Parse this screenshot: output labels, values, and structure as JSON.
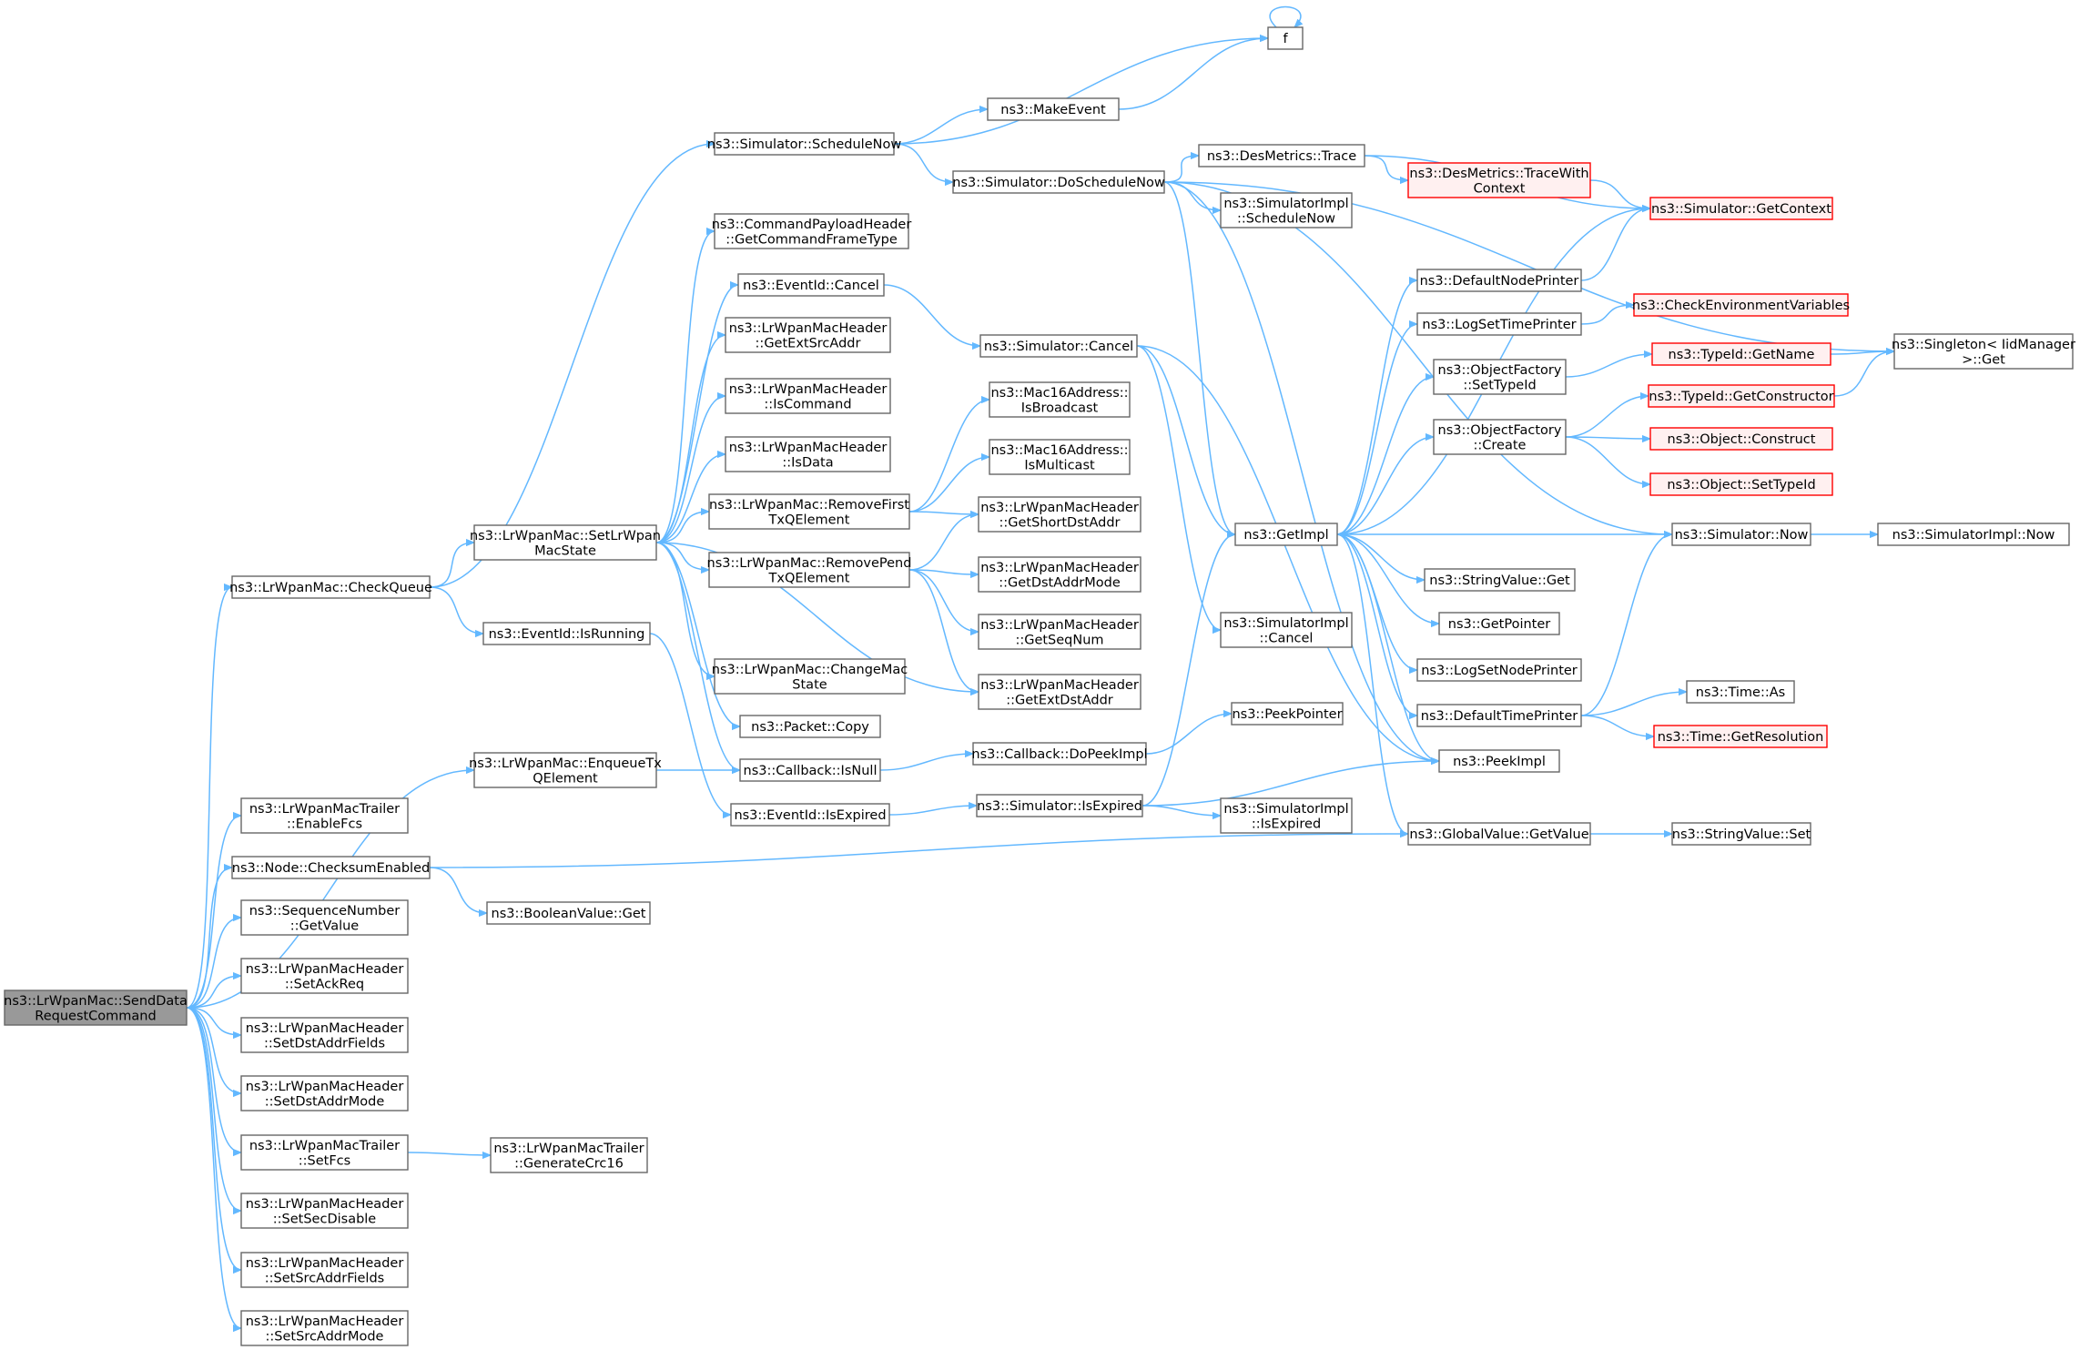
{
  "nodes": [
    {
      "id": "root",
      "lines": [
        "ns3::LrWpanMac::SendData",
        "RequestCommand"
      ],
      "style": "root"
    },
    {
      "id": "checkqueue",
      "lines": [
        "ns3::LrWpanMac::CheckQueue"
      ]
    },
    {
      "id": "enqueue",
      "lines": [
        "ns3::LrWpanMac::EnqueueTx",
        "QElement"
      ]
    },
    {
      "id": "enablefcs",
      "lines": [
        "ns3::LrWpanMacTrailer",
        "::EnableFcs"
      ]
    },
    {
      "id": "checksum",
      "lines": [
        "ns3::Node::ChecksumEnabled"
      ]
    },
    {
      "id": "seqnum",
      "lines": [
        "ns3::SequenceNumber",
        "::GetValue"
      ]
    },
    {
      "id": "setackreq",
      "lines": [
        "ns3::LrWpanMacHeader",
        "::SetAckReq"
      ]
    },
    {
      "id": "setdstfields",
      "lines": [
        "ns3::LrWpanMacHeader",
        "::SetDstAddrFields"
      ]
    },
    {
      "id": "setdstmode",
      "lines": [
        "ns3::LrWpanMacHeader",
        "::SetDstAddrMode"
      ]
    },
    {
      "id": "setfcs",
      "lines": [
        "ns3::LrWpanMacTrailer",
        "::SetFcs"
      ]
    },
    {
      "id": "setsecdisable",
      "lines": [
        "ns3::LrWpanMacHeader",
        "::SetSecDisable"
      ]
    },
    {
      "id": "setsrcfields",
      "lines": [
        "ns3::LrWpanMacHeader",
        "::SetSrcAddrFields"
      ]
    },
    {
      "id": "setsrcmode",
      "lines": [
        "ns3::LrWpanMacHeader",
        "::SetSrcAddrMode"
      ]
    },
    {
      "id": "schedulenow",
      "lines": [
        "ns3::Simulator::ScheduleNow"
      ]
    },
    {
      "id": "setlrwpan",
      "lines": [
        "ns3::LrWpanMac::SetLrWpan",
        "MacState"
      ]
    },
    {
      "id": "isrunning",
      "lines": [
        "ns3::EventId::IsRunning"
      ]
    },
    {
      "id": "boolget",
      "lines": [
        "ns3::BooleanValue::Get"
      ]
    },
    {
      "id": "gencrc",
      "lines": [
        "ns3::LrWpanMacTrailer",
        "::GenerateCrc16"
      ]
    },
    {
      "id": "f",
      "lines": [
        "f"
      ]
    },
    {
      "id": "makeevent",
      "lines": [
        "ns3::MakeEvent"
      ]
    },
    {
      "id": "doschedulenow",
      "lines": [
        "ns3::Simulator::DoScheduleNow"
      ]
    },
    {
      "id": "cmdpayload",
      "lines": [
        "ns3::CommandPayloadHeader",
        "::GetCommandFrameType"
      ]
    },
    {
      "id": "eventcancel",
      "lines": [
        "ns3::EventId::Cancel"
      ]
    },
    {
      "id": "getextsrc",
      "lines": [
        "ns3::LrWpanMacHeader",
        "::GetExtSrcAddr"
      ]
    },
    {
      "id": "iscommand",
      "lines": [
        "ns3::LrWpanMacHeader",
        "::IsCommand"
      ]
    },
    {
      "id": "isdata",
      "lines": [
        "ns3::LrWpanMacHeader",
        "::IsData"
      ]
    },
    {
      "id": "removefirst",
      "lines": [
        "ns3::LrWpanMac::RemoveFirst",
        "TxQElement"
      ]
    },
    {
      "id": "removepend",
      "lines": [
        "ns3::LrWpanMac::RemovePend",
        "TxQElement"
      ]
    },
    {
      "id": "changemac",
      "lines": [
        "ns3::LrWpanMac::ChangeMac",
        "State"
      ]
    },
    {
      "id": "packetcopy",
      "lines": [
        "ns3::Packet::Copy"
      ]
    },
    {
      "id": "isnull",
      "lines": [
        "ns3::Callback::IsNull"
      ]
    },
    {
      "id": "isexpired",
      "lines": [
        "ns3::EventId::IsExpired"
      ]
    },
    {
      "id": "simcancel",
      "lines": [
        "ns3::Simulator::Cancel"
      ]
    },
    {
      "id": "isbroadcast",
      "lines": [
        "ns3::Mac16Address::",
        "IsBroadcast"
      ]
    },
    {
      "id": "ismulticast",
      "lines": [
        "ns3::Mac16Address::",
        "IsMulticast"
      ]
    },
    {
      "id": "getshortdst",
      "lines": [
        "ns3::LrWpanMacHeader",
        "::GetShortDstAddr"
      ]
    },
    {
      "id": "getdstmode",
      "lines": [
        "ns3::LrWpanMacHeader",
        "::GetDstAddrMode"
      ]
    },
    {
      "id": "getseqnum",
      "lines": [
        "ns3::LrWpanMacHeader",
        "::GetSeqNum"
      ]
    },
    {
      "id": "getextdst",
      "lines": [
        "ns3::LrWpanMacHeader",
        "::GetExtDstAddr"
      ]
    },
    {
      "id": "dopeekimpl",
      "lines": [
        "ns3::Callback::DoPeekImpl"
      ]
    },
    {
      "id": "simisexpired",
      "lines": [
        "ns3::Simulator::IsExpired"
      ]
    },
    {
      "id": "destrace",
      "lines": [
        "ns3::DesMetrics::Trace"
      ]
    },
    {
      "id": "simimplschedule",
      "lines": [
        "ns3::SimulatorImpl",
        "::ScheduleNow"
      ]
    },
    {
      "id": "getimpl",
      "lines": [
        "ns3::GetImpl"
      ]
    },
    {
      "id": "simimplcancel",
      "lines": [
        "ns3::SimulatorImpl",
        "::Cancel"
      ]
    },
    {
      "id": "peekpointer",
      "lines": [
        "ns3::PeekPointer"
      ]
    },
    {
      "id": "simimplisexpired",
      "lines": [
        "ns3::SimulatorImpl",
        "::IsExpired"
      ]
    },
    {
      "id": "tracewithctx",
      "lines": [
        "ns3::DesMetrics::TraceWith",
        "Context"
      ],
      "style": "red"
    },
    {
      "id": "defaultnodeprinter",
      "lines": [
        "ns3::DefaultNodePrinter"
      ]
    },
    {
      "id": "logsettimeprinter",
      "lines": [
        "ns3::LogSetTimePrinter"
      ]
    },
    {
      "id": "objfactsettypeid",
      "lines": [
        "ns3::ObjectFactory",
        "::SetTypeId"
      ]
    },
    {
      "id": "objfactcreate",
      "lines": [
        "ns3::ObjectFactory",
        "::Create"
      ]
    },
    {
      "id": "stringvalueget",
      "lines": [
        "ns3::StringValue::Get"
      ]
    },
    {
      "id": "getpointer",
      "lines": [
        "ns3::GetPointer"
      ]
    },
    {
      "id": "logsetnodeprinter",
      "lines": [
        "ns3::LogSetNodePrinter"
      ]
    },
    {
      "id": "defaulttimeprinter",
      "lines": [
        "ns3::DefaultTimePrinter"
      ]
    },
    {
      "id": "peekimpl",
      "lines": [
        "ns3::PeekImpl"
      ]
    },
    {
      "id": "globalgetvalue",
      "lines": [
        "ns3::GlobalValue::GetValue"
      ]
    },
    {
      "id": "simgetcontext",
      "lines": [
        "ns3::Simulator::GetContext"
      ],
      "style": "red"
    },
    {
      "id": "checkenv",
      "lines": [
        "ns3::CheckEnvironmentVariables"
      ],
      "style": "red"
    },
    {
      "id": "typeidgetname",
      "lines": [
        "ns3::TypeId::GetName"
      ],
      "style": "red"
    },
    {
      "id": "typeidgetctor",
      "lines": [
        "ns3::TypeId::GetConstructor"
      ],
      "style": "red"
    },
    {
      "id": "objconstruct",
      "lines": [
        "ns3::Object::Construct"
      ],
      "style": "red"
    },
    {
      "id": "objsettypeid",
      "lines": [
        "ns3::Object::SetTypeId"
      ],
      "style": "red"
    },
    {
      "id": "simnow",
      "lines": [
        "ns3::Simulator::Now"
      ]
    },
    {
      "id": "timeas",
      "lines": [
        "ns3::Time::As"
      ]
    },
    {
      "id": "timegetres",
      "lines": [
        "ns3::Time::GetResolution"
      ],
      "style": "red"
    },
    {
      "id": "stringvalueset",
      "lines": [
        "ns3::StringValue::Set"
      ]
    },
    {
      "id": "singleton",
      "lines": [
        "ns3::Singleton< IidManager",
        ">::Get"
      ]
    },
    {
      "id": "simimplnow",
      "lines": [
        "ns3::SimulatorImpl::Now"
      ]
    }
  ],
  "edges": [
    [
      "root",
      "checkqueue"
    ],
    [
      "root",
      "enqueue"
    ],
    [
      "root",
      "enablefcs"
    ],
    [
      "root",
      "checksum"
    ],
    [
      "root",
      "seqnum"
    ],
    [
      "root",
      "setackreq"
    ],
    [
      "root",
      "setdstfields"
    ],
    [
      "root",
      "setdstmode"
    ],
    [
      "root",
      "setfcs"
    ],
    [
      "root",
      "setsecdisable"
    ],
    [
      "root",
      "setsrcfields"
    ],
    [
      "root",
      "setsrcmode"
    ],
    [
      "checkqueue",
      "schedulenow"
    ],
    [
      "checkqueue",
      "setlrwpan"
    ],
    [
      "checkqueue",
      "isrunning"
    ],
    [
      "enqueue",
      "isnull"
    ],
    [
      "checksum",
      "boolget"
    ],
    [
      "checksum",
      "globalgetvalue"
    ],
    [
      "setfcs",
      "gencrc"
    ],
    [
      "schedulenow",
      "f"
    ],
    [
      "schedulenow",
      "makeevent"
    ],
    [
      "schedulenow",
      "doschedulenow"
    ],
    [
      "makeevent",
      "f"
    ],
    [
      "f",
      "f"
    ],
    [
      "setlrwpan",
      "cmdpayload"
    ],
    [
      "setlrwpan",
      "eventcancel"
    ],
    [
      "setlrwpan",
      "getextsrc"
    ],
    [
      "setlrwpan",
      "iscommand"
    ],
    [
      "setlrwpan",
      "isdata"
    ],
    [
      "setlrwpan",
      "removefirst"
    ],
    [
      "setlrwpan",
      "removepend"
    ],
    [
      "setlrwpan",
      "changemac"
    ],
    [
      "setlrwpan",
      "packetcopy"
    ],
    [
      "setlrwpan",
      "isnull"
    ],
    [
      "setlrwpan",
      "getextdst"
    ],
    [
      "isrunning",
      "isexpired"
    ],
    [
      "eventcancel",
      "simcancel"
    ],
    [
      "removefirst",
      "isbroadcast"
    ],
    [
      "removefirst",
      "ismulticast"
    ],
    [
      "removefirst",
      "getshortdst"
    ],
    [
      "removepend",
      "getshortdst"
    ],
    [
      "removepend",
      "getdstmode"
    ],
    [
      "removepend",
      "getseqnum"
    ],
    [
      "removepend",
      "getextdst"
    ],
    [
      "isnull",
      "dopeekimpl"
    ],
    [
      "isexpired",
      "simisexpired"
    ],
    [
      "dopeekimpl",
      "peekpointer"
    ],
    [
      "simisexpired",
      "getimpl"
    ],
    [
      "simisexpired",
      "peekimpl"
    ],
    [
      "simisexpired",
      "simimplisexpired"
    ],
    [
      "simcancel",
      "getimpl"
    ],
    [
      "simcancel",
      "peekimpl"
    ],
    [
      "simcancel",
      "simimplcancel"
    ],
    [
      "doschedulenow",
      "destrace"
    ],
    [
      "doschedulenow",
      "simimplschedule"
    ],
    [
      "doschedulenow",
      "getimpl"
    ],
    [
      "doschedulenow",
      "peekimpl"
    ],
    [
      "doschedulenow",
      "simnow"
    ],
    [
      "doschedulenow",
      "singleton"
    ],
    [
      "destrace",
      "tracewithctx"
    ],
    [
      "destrace",
      "simgetcontext"
    ],
    [
      "tracewithctx",
      "simgetcontext"
    ],
    [
      "getimpl",
      "simgetcontext"
    ],
    [
      "getimpl",
      "defaultnodeprinter"
    ],
    [
      "getimpl",
      "logsettimeprinter"
    ],
    [
      "getimpl",
      "objfactsettypeid"
    ],
    [
      "getimpl",
      "objfactcreate"
    ],
    [
      "getimpl",
      "stringvalueget"
    ],
    [
      "getimpl",
      "getpointer"
    ],
    [
      "getimpl",
      "logsetnodeprinter"
    ],
    [
      "getimpl",
      "defaulttimeprinter"
    ],
    [
      "getimpl",
      "peekimpl"
    ],
    [
      "getimpl",
      "globalgetvalue"
    ],
    [
      "defaultnodeprinter",
      "simgetcontext"
    ],
    [
      "logsettimeprinter",
      "checkenv"
    ],
    [
      "objfactsettypeid",
      "typeidgetname"
    ],
    [
      "typeidgetname",
      "singleton"
    ],
    [
      "objfactcreate",
      "typeidgetctor"
    ],
    [
      "objfactcreate",
      "objconstruct"
    ],
    [
      "objfactcreate",
      "objsettypeid"
    ],
    [
      "typeidgetctor",
      "singleton"
    ],
    [
      "simnow",
      "getimpl"
    ],
    [
      "simnow",
      "simimplnow"
    ],
    [
      "defaulttimeprinter",
      "simnow"
    ],
    [
      "defaulttimeprinter",
      "timeas"
    ],
    [
      "defaulttimeprinter",
      "timegetres"
    ],
    [
      "globalgetvalue",
      "stringvalueset"
    ]
  ]
}
